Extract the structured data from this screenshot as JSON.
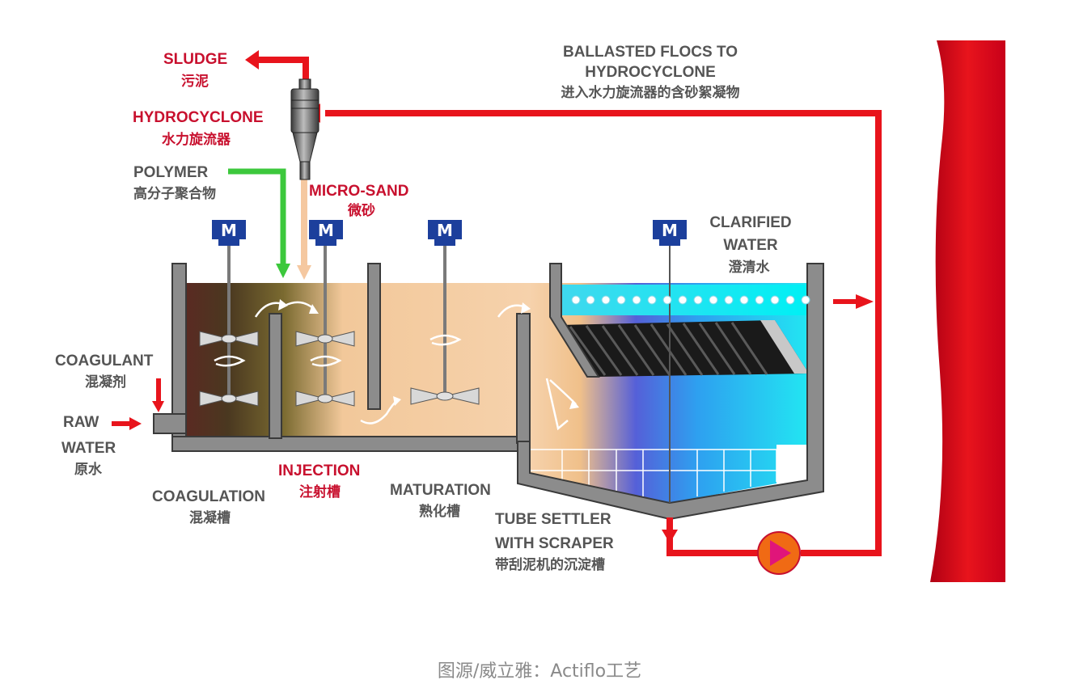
{
  "labels": {
    "sludge": "SLUDGE",
    "sludge_cn": "污泥",
    "hydrocyclone": "HYDROCYCLONE",
    "hydrocyclone_cn": "水力旋流器",
    "polymer": "POLYMER",
    "polymer_cn": "高分子聚合物",
    "micro_sand": "MICRO-SAND",
    "micro_sand_cn": "微砂",
    "ballasted_1": "BALLASTED FLOCS TO",
    "ballasted_2": "HYDROCYCLONE",
    "ballasted_cn": "进入水力旋流器的含砂絮凝物",
    "clarified_1": "CLARIFIED",
    "clarified_2": "WATER",
    "clarified_cn": "澄清水",
    "coagulant": "COAGULANT",
    "coagulant_cn": "混凝剂",
    "raw_1": "RAW",
    "raw_2": "WATER",
    "raw_cn": "原水",
    "injection": "INJECTION",
    "injection_cn": "注射槽",
    "coagulation": "COAGULATION",
    "coagulation_cn": "混凝槽",
    "maturation": "MATURATION",
    "maturation_cn": "熟化槽",
    "tube_1": "TUBE SETTLER",
    "tube_2": "WITH SCRAPER",
    "tube_cn": "带刮泥机的沉淀槽",
    "motor": "M"
  },
  "caption": "图源/威立雅：Actiflo工艺",
  "colors": {
    "red": "#e8141c",
    "label_red": "#c8102e",
    "label_gray": "#555555",
    "green": "#3cc83c",
    "sand": "#f5c8a0",
    "motor_blue": "#1c3f9c",
    "clear_water": "#00e8f0",
    "wall": "#8c8c8c"
  }
}
